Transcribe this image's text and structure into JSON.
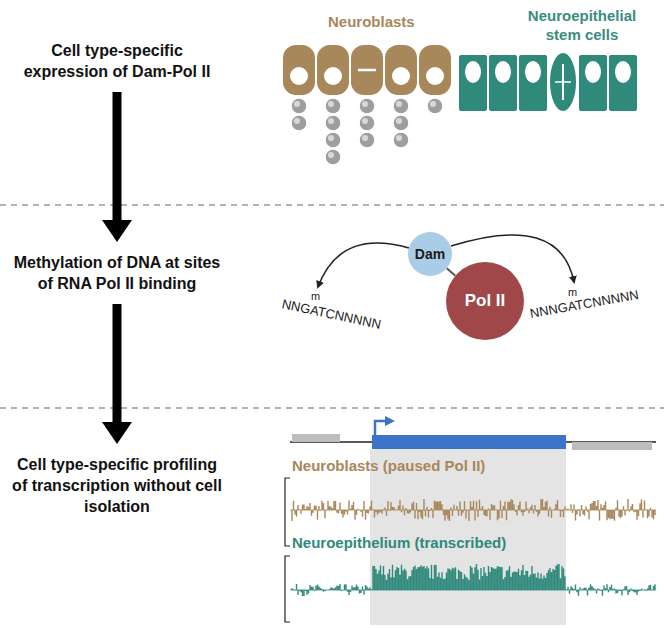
{
  "diagram": {
    "nodes": [
      {
        "text": [
          "Cell type-specific expression of Dam-Pol II"
        ]
      },
      {
        "text": [
          "Methylation of DNA at sites of RNA Pol II binding"
        ]
      },
      {
        "text": [
          "Cell type-specific profiling of transcription without cell isolation"
        ]
      },
      {
        "text": [
          "Dam"
        ]
      },
      {
        "text": [
          "Pol II"
        ]
      }
    ],
    "edges": [
      {
        "from": 0,
        "to": 1,
        "arrow": "to"
      },
      {
        "from": 1,
        "to": 2,
        "arrow": "to"
      },
      {
        "from": 3,
        "to": 4,
        "arrow": "none"
      }
    ],
    "labels": [
      "Neuroblasts",
      "Neuroepithelial stem cells",
      "NNGATCNNNNN",
      "NNNGATCNNNNN",
      "m",
      "m",
      "Neuroblasts (paused Pol II)",
      "Neuroepithelium (transcribed)"
    ]
  }
}
